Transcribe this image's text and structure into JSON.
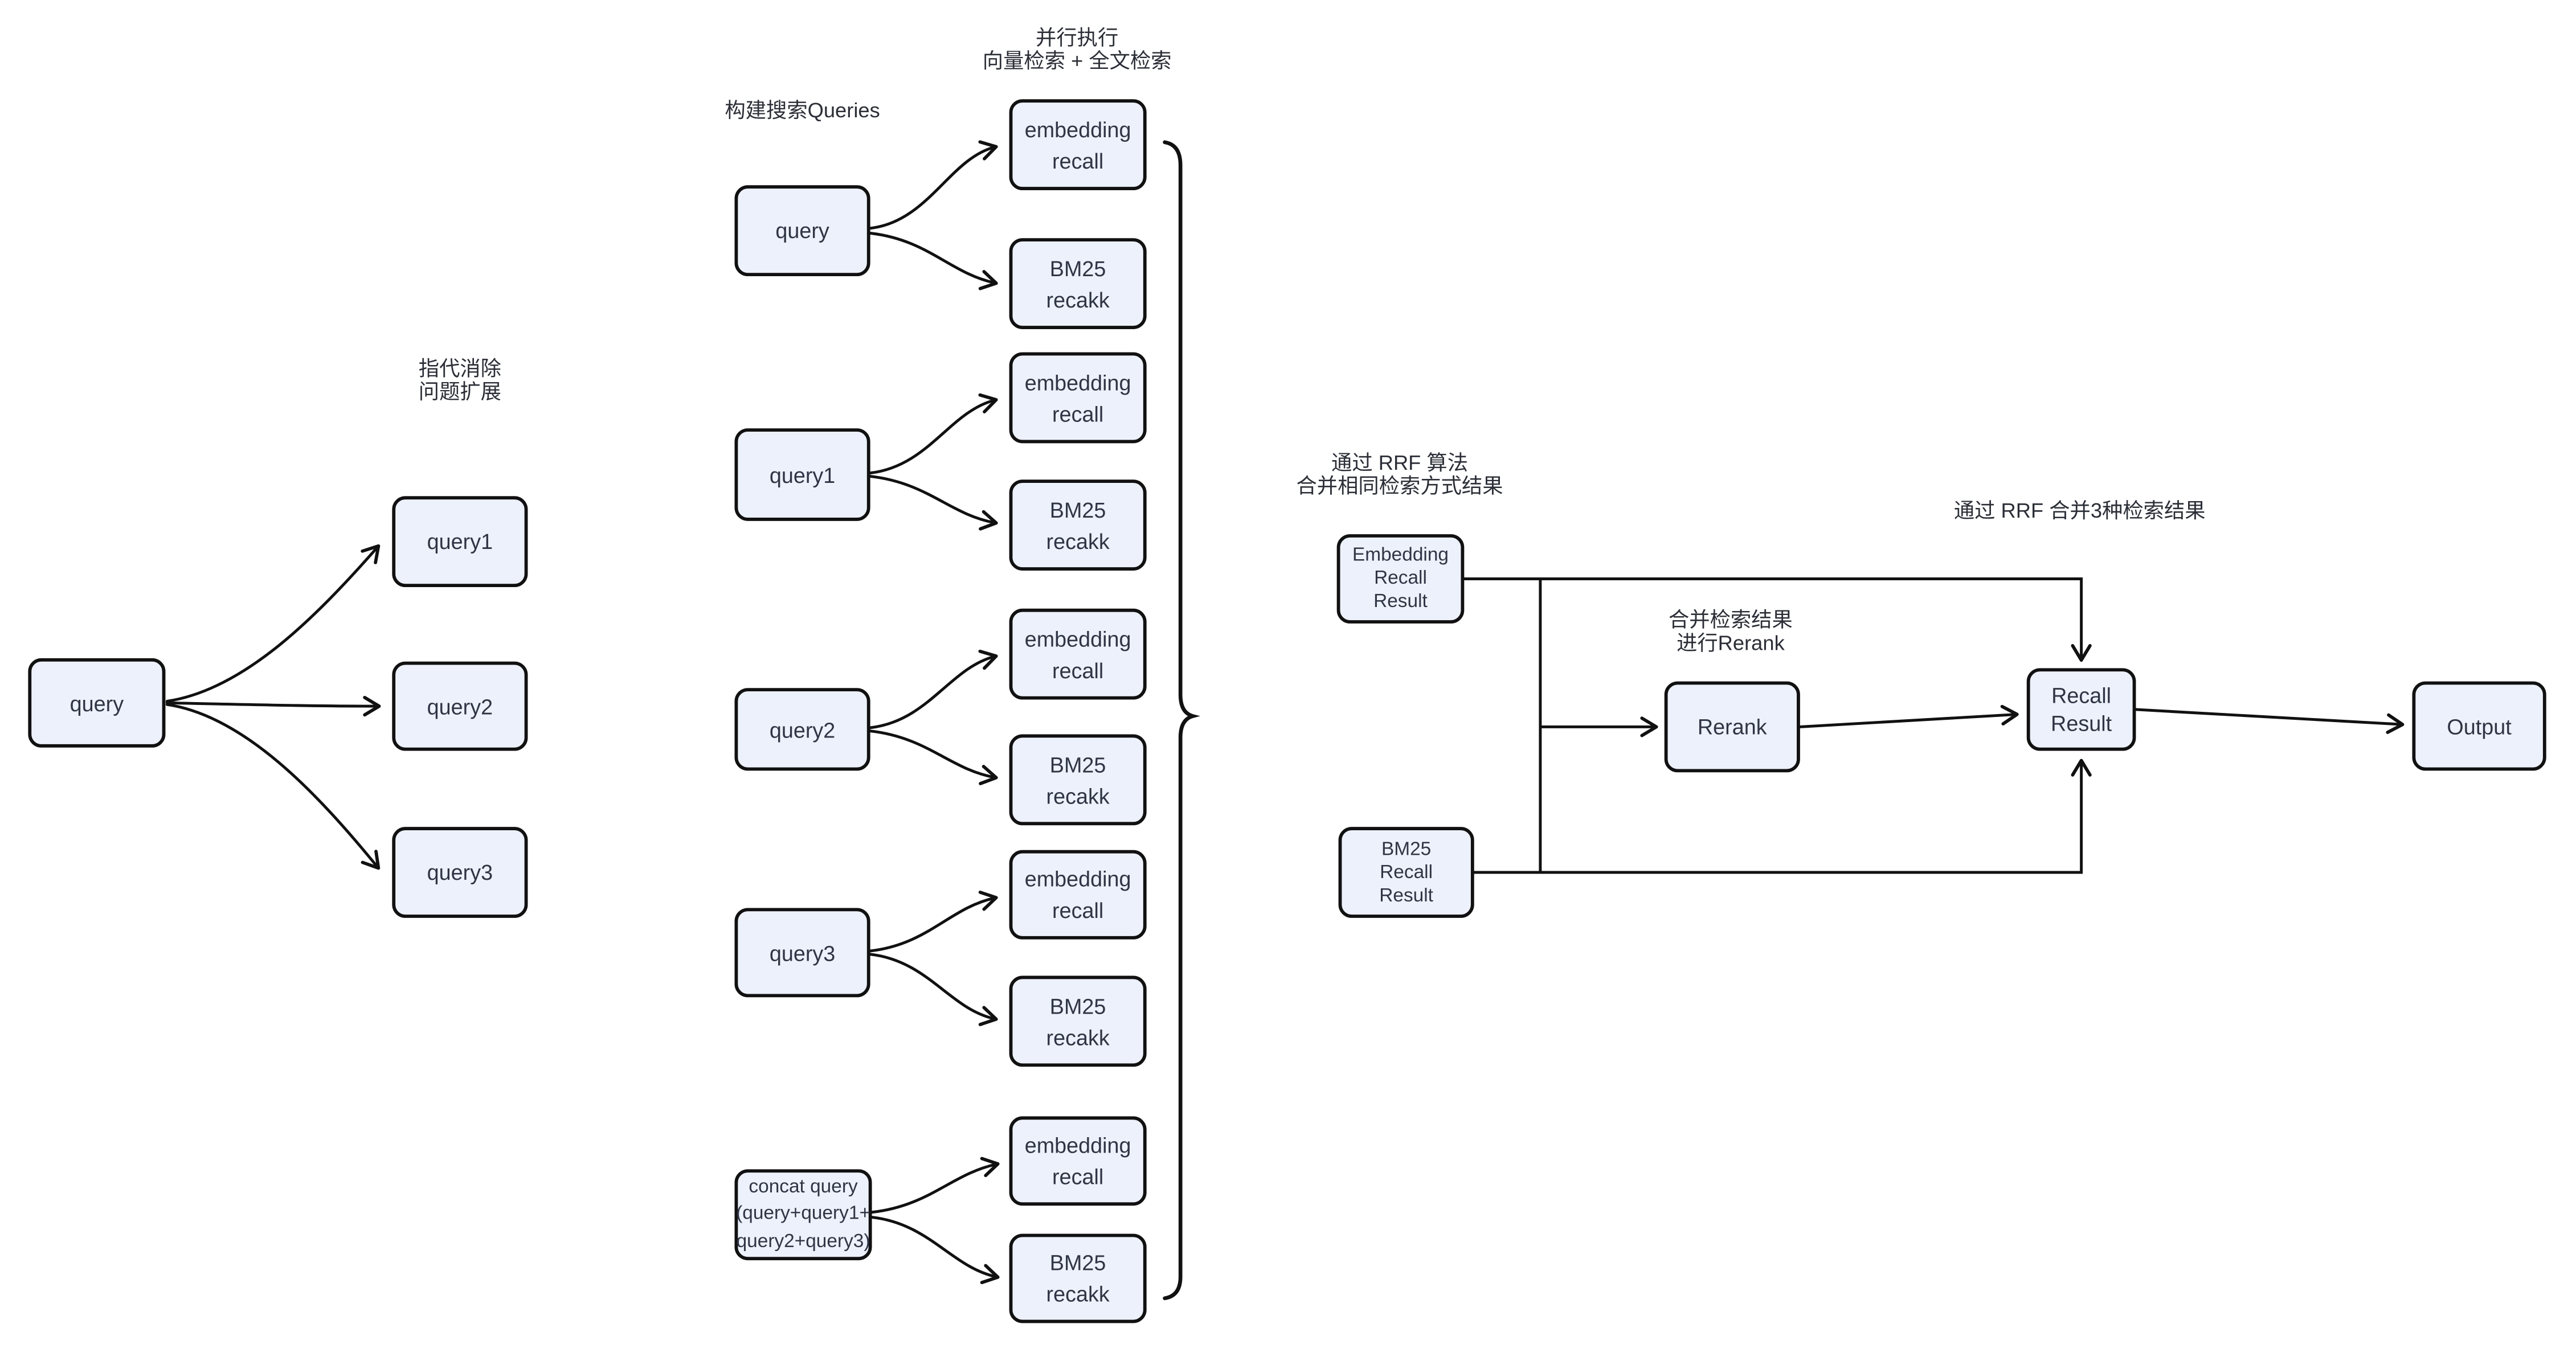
{
  "diagram": {
    "labels": {
      "coref": "指代消除\n问题扩展",
      "build_queries": "构建搜索Queries",
      "parallel_exec": "并行执行\n向量检索 + 全文检索",
      "rrf_merge_same": "通过 RRF 算法\n合并相同检索方式结果",
      "merge_rerank": "合并检索结果\n进行Rerank",
      "rrf_merge_three": "通过 RRF 合并3种检索结果"
    },
    "nodes": {
      "left_query": "query",
      "left_query1": "query1",
      "left_query2": "query2",
      "left_query3": "query3",
      "mid_query": "query",
      "mid_query1": "query1",
      "mid_query2": "query2",
      "mid_query3": "query3",
      "concat_query": "concat query\n(query+query1+\nquery2+query3)",
      "embedding_recall": "embedding\nrecall",
      "bm25_recall": "BM25\nrecakk",
      "embedding_recall_result": "Embedding\nRecall\nResult",
      "bm25_recall_result": "BM25\nRecall\nResult",
      "rerank": "Rerank",
      "recall_result": "Recall\nResult",
      "output": "Output"
    },
    "colors": {
      "node_fill": "#edf1fb",
      "node_border": "#111111",
      "node_text": "#2f3545",
      "label_text": "#2b2e36",
      "line": "#111111",
      "background": "#ffffff"
    }
  }
}
